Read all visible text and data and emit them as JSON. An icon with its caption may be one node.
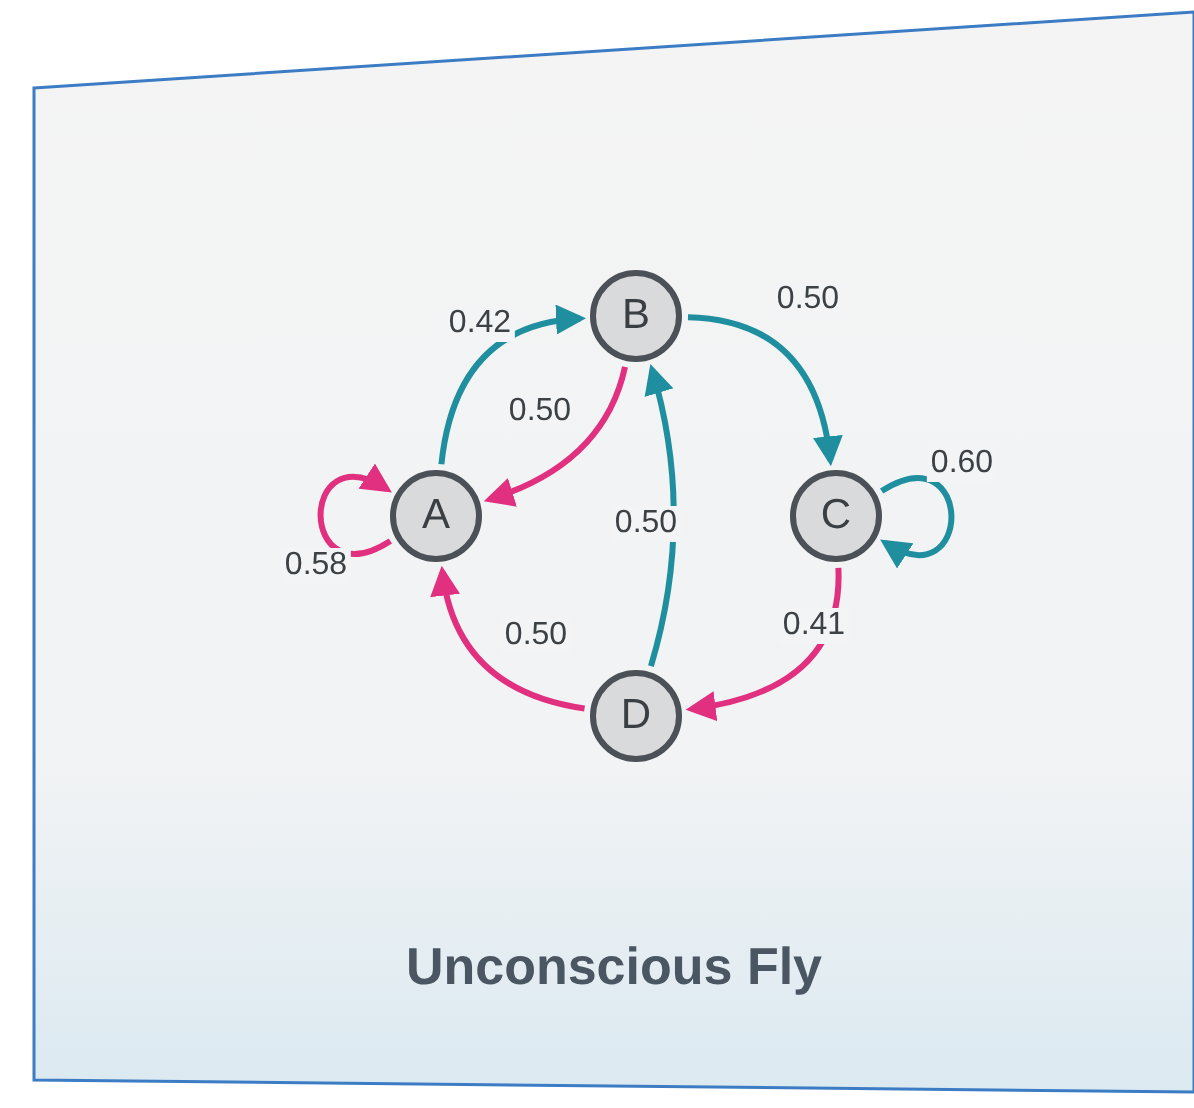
{
  "diagram": {
    "title": "Unconscious Fly",
    "nodes": [
      {
        "text": [
          "A"
        ]
      },
      {
        "text": [
          "B"
        ]
      },
      {
        "text": [
          "C"
        ]
      },
      {
        "text": [
          "D"
        ]
      }
    ],
    "edges": [
      {
        "from": 0,
        "to": 1,
        "arrow": "to",
        "label": "0.42",
        "color": "#1f8fa0"
      },
      {
        "from": 1,
        "to": 2,
        "arrow": "to",
        "label": "0.50",
        "color": "#1f8fa0"
      },
      {
        "from": 1,
        "to": 0,
        "arrow": "to",
        "label": "0.50",
        "color": "#e0307f"
      },
      {
        "from": 0,
        "to": 0,
        "arrow": "to",
        "label": "0.58",
        "color": "#e0307f"
      },
      {
        "from": 3,
        "to": 1,
        "arrow": "to",
        "label": "0.50",
        "color": "#1f8fa0"
      },
      {
        "from": 2,
        "to": 2,
        "arrow": "to",
        "label": "0.60",
        "color": "#1f8fa0"
      },
      {
        "from": 2,
        "to": 3,
        "arrow": "to",
        "label": "0.41",
        "color": "#e0307f"
      },
      {
        "from": 3,
        "to": 0,
        "arrow": "to",
        "label": "0.50",
        "color": "#e0307f"
      }
    ]
  }
}
